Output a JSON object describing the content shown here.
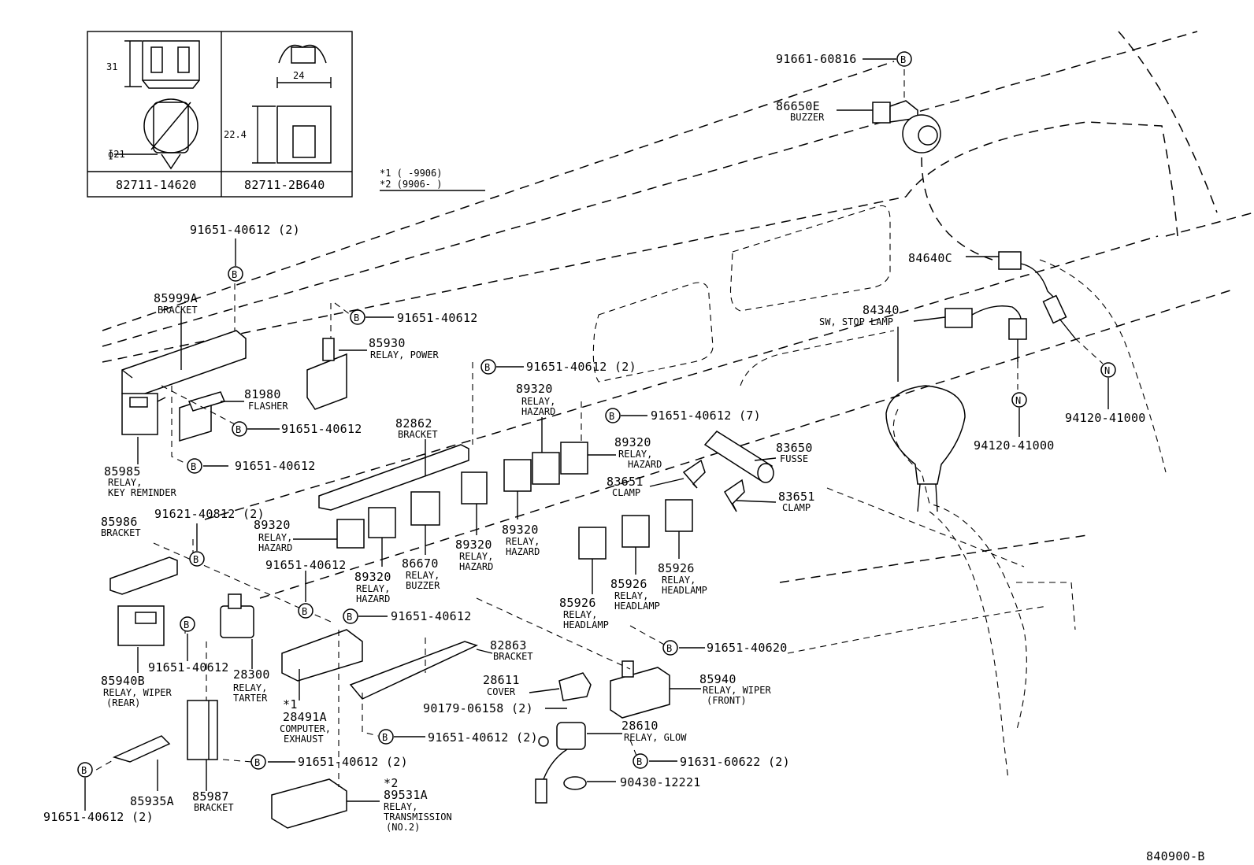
{
  "diagram_id": "840900-B",
  "inset": {
    "left_part": "82711-14620",
    "right_part": "82711-2B640",
    "dim_31": "31",
    "dim_21": "ɸ21",
    "dim_24": "24",
    "dim_224": "22.4"
  },
  "notes": {
    "n1": "*1  (      -9906)",
    "n2": "*2  (9906-      )"
  },
  "labels": {
    "p91661_60816": "91661-60816",
    "p86650e": "86650E",
    "n86650e": "BUZZER",
    "p84640c": "84640C",
    "p84340": "84340",
    "n84340": "SW, STOP LAMP",
    "p94120_a": "94120-41000",
    "p94120_b": "94120-41000",
    "p91651_top": "91651-40612 (2)",
    "p85999a": "85999A",
    "n85999a": "BRACKET",
    "p91651_a": "91651-40612",
    "p85930": "85930",
    "n85930": "RELAY, POWER",
    "p91651_b": "91651-40612 (2)",
    "p81980": "81980",
    "n81980": "FLASHER",
    "p91651_c": "91651-40612",
    "p91651_d": "91651-40612",
    "p85985": "85985",
    "n85985a": "RELAY,",
    "n85985b": "KEY REMINDER",
    "p82862": "82862",
    "n82862": "BRACKET",
    "p89320_top": "89320",
    "n89320_top_a": "RELAY,",
    "n89320_top_b": "HAZARD",
    "p91651_7": "91651-40612 (7)",
    "p89320_r": "89320",
    "n89320_r_a": "RELAY,",
    "n89320_r_b": "HAZARD",
    "p83650": "83650",
    "n83650": "FUSSE",
    "p83651_a": "83651",
    "n83651_a": "CLAMP",
    "p83651_b": "83651",
    "n83651_b": "CLAMP",
    "p85986": "85986",
    "n85986": "BRACKET",
    "p91621": "91621-40812 (2)",
    "p89320_l": "89320",
    "n89320_l_a": "RELAY,",
    "n89320_l_b": "HAZARD",
    "p91651_e": "91651-40612",
    "p89320_m": "89320",
    "n89320_m_a": "RELAY,",
    "n89320_m_b": "HAZARD",
    "p86670": "86670",
    "n86670_a": "RELAY,",
    "n86670_b": "BUZZER",
    "p89320_c": "89320",
    "n89320_c_a": "RELAY,",
    "n89320_c_b": "HAZARD",
    "p89320_d": "89320",
    "n89320_d_a": "RELAY,",
    "n89320_d_b": "HAZARD",
    "p85926_a": "85926",
    "n85926_a_a": "RELAY,",
    "n85926_a_b": "HEADLAMP",
    "p85926_b": "85926",
    "n85926_b_a": "RELAY,",
    "n85926_b_b": "HEADLAMP",
    "p85926_c": "85926",
    "n85926_c_a": "RELAY,",
    "n85926_c_b": "HEADLAMP",
    "p91651_f": "91651-40612",
    "p91651_g": "91651-40612",
    "p91651_h": "91651-40620",
    "p85940b": "85940B",
    "n85940b_a": "RELAY, WIPER",
    "n85940b_b": "(REAR)",
    "p28300": "28300",
    "n28300_a": "RELAY,",
    "n28300_b": "TARTER",
    "star1": "*1",
    "p28491a": "28491A",
    "n28491a_a": "COMPUTER,",
    "n28491a_b": "EXHAUST",
    "p82863": "82863",
    "n82863": "BRACKET",
    "p28611": "28611",
    "n28611": "COVER",
    "p90179": "90179-06158 (2)",
    "p85940": "85940",
    "n85940_a": "RELAY, WIPER",
    "n85940_b": "(FRONT)",
    "p28610": "28610",
    "n28610": "RELAY, GLOW",
    "p91651_i": "91651-40612 (2)",
    "p91631": "91631-60622 (2)",
    "p91651_j": "91651-40612 (2)",
    "p90430": "90430-12221",
    "star2": "*2",
    "p89531a": "89531A",
    "n89531a_a": "RELAY,",
    "n89531a_b": "TRANSMISSION",
    "n89531a_c": "(NO.2)",
    "p85935a": "85935A",
    "p85987": "85987",
    "n85987": "BRACKET",
    "p91651_k": "91651-40612 (2)"
  },
  "symbols": {
    "bolt": "B",
    "nut": "N"
  }
}
